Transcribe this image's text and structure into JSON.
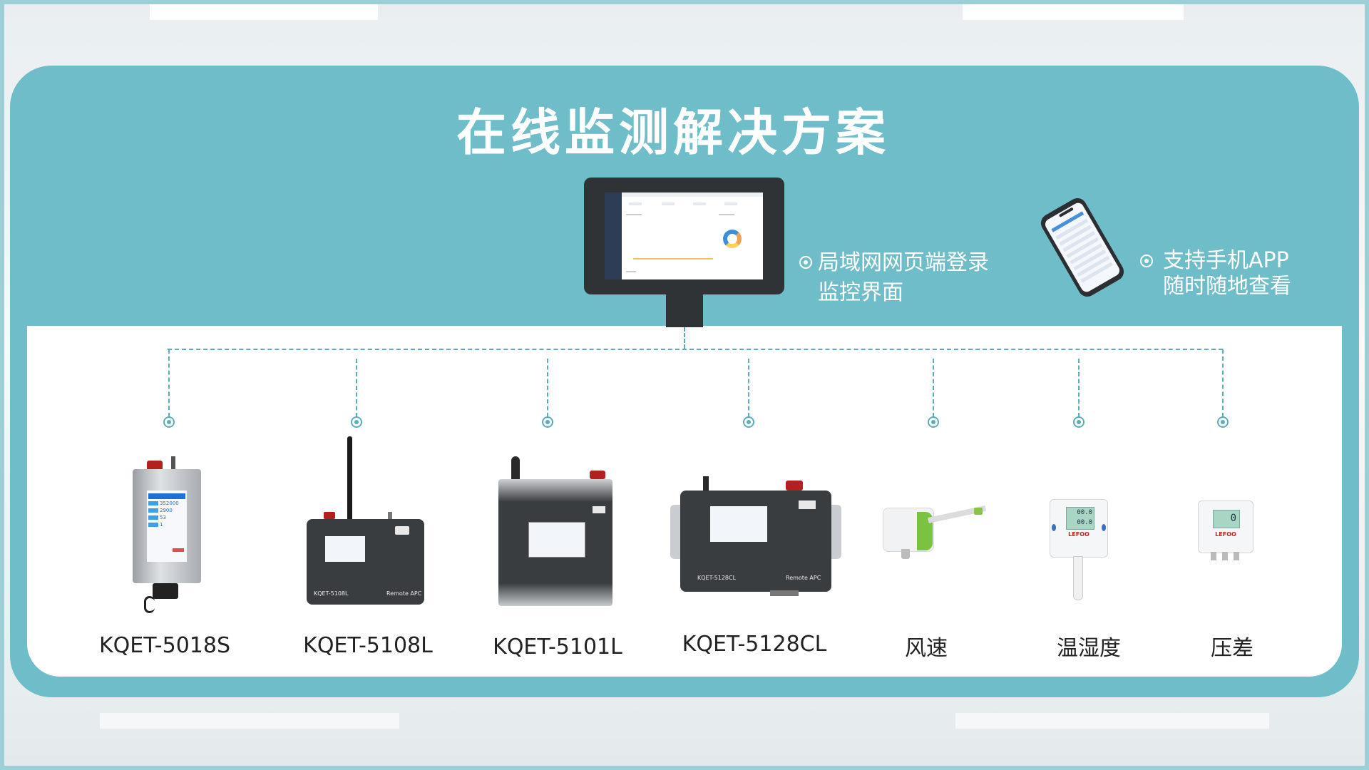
{
  "title": "在线监测解决方案",
  "features": {
    "web": {
      "line1": "局域网网页端登录",
      "line2": "监控界面"
    },
    "app": {
      "line1": "支持手机APP",
      "line2": "随时随地查看"
    }
  },
  "devices": [
    {
      "label": "KQET-5018S",
      "icon": "handheld-particle-counter"
    },
    {
      "label": "KQET-5108L",
      "icon": "antenna-particle-counter"
    },
    {
      "label": "KQET-5101L",
      "icon": "laser-particle-counter"
    },
    {
      "label": "KQET-5128CL",
      "icon": "remote-particle-counter"
    },
    {
      "label": "风速",
      "icon": "air-velocity-sensor"
    },
    {
      "label": "温湿度",
      "icon": "temperature-humidity-sensor"
    },
    {
      "label": "压差",
      "icon": "differential-pressure-sensor"
    }
  ],
  "device_texts": {
    "kqet_model_5108": "KQET-5108L",
    "kqet_brand_5108": "Remote APC",
    "kqet_model_5128": "KQET-5128CL",
    "kqet_brand_5128": "Remote APC",
    "lefoo_th": "LEFOO",
    "lefoo_dp": "LEFOO",
    "th_reading1": "00.0",
    "th_reading2": "00.0",
    "dp_reading": "0",
    "hh_val1": "352000",
    "hh_val2": "2900",
    "hh_val3": "53",
    "hh_val4": "1"
  },
  "colors": {
    "teal": "#6fbdc8",
    "connector": "#5aaebc",
    "device_dark": "#3a3d40"
  }
}
